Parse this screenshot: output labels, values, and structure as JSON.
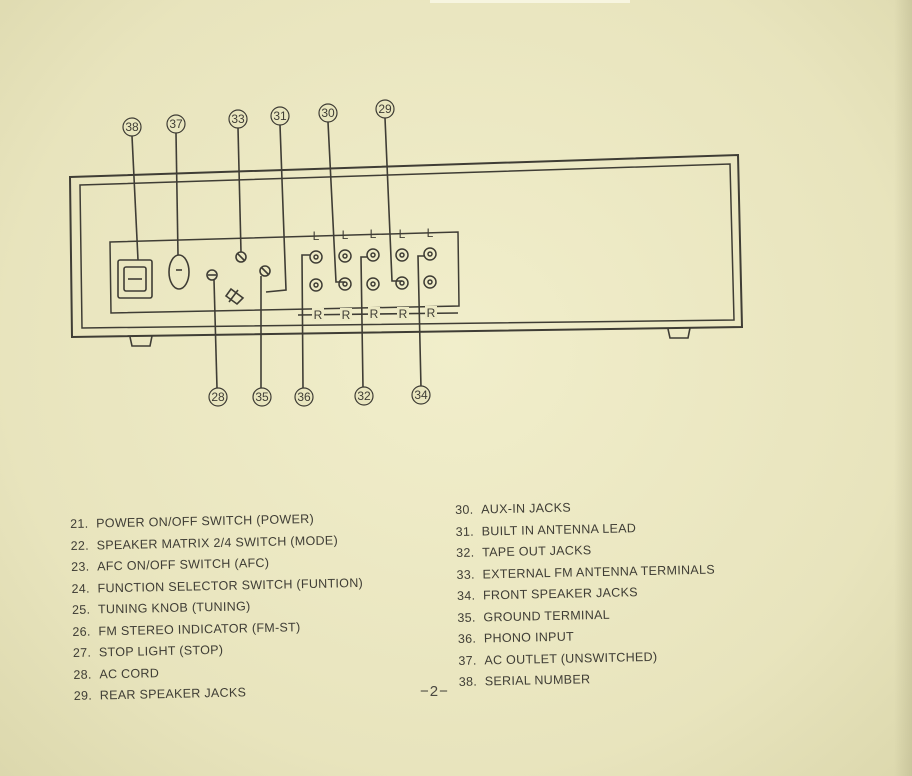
{
  "diagram": {
    "callouts_top": [
      "38",
      "37",
      "33",
      "31",
      "30",
      "29"
    ],
    "callouts_bottom": [
      "28",
      "35",
      "36",
      "32",
      "34"
    ],
    "jack_top_label": "L",
    "jack_bottom_label": "R"
  },
  "legend": {
    "left": [
      {
        "num": "21.",
        "text": "POWER ON/OFF SWITCH (POWER)"
      },
      {
        "num": "22.",
        "text": "SPEAKER MATRIX 2/4 SWITCH (MODE)"
      },
      {
        "num": "23.",
        "text": "AFC ON/OFF SWITCH (AFC)"
      },
      {
        "num": "24.",
        "text": "FUNCTION SELECTOR SWITCH (FUNTION)"
      },
      {
        "num": "25.",
        "text": "TUNING KNOB (TUNING)"
      },
      {
        "num": "26.",
        "text": "FM STEREO INDICATOR (FM-ST)"
      },
      {
        "num": "27.",
        "text": "STOP LIGHT (STOP)"
      },
      {
        "num": "28.",
        "text": "AC CORD"
      },
      {
        "num": "29.",
        "text": "REAR SPEAKER JACKS"
      }
    ],
    "right": [
      {
        "num": "30.",
        "text": "AUX-IN JACKS"
      },
      {
        "num": "31.",
        "text": "BUILT IN ANTENNA LEAD"
      },
      {
        "num": "32.",
        "text": "TAPE OUT JACKS"
      },
      {
        "num": "33.",
        "text": "EXTERNAL FM ANTENNA TERMINALS"
      },
      {
        "num": "34.",
        "text": "FRONT SPEAKER JACKS"
      },
      {
        "num": "35.",
        "text": "GROUND TERMINAL"
      },
      {
        "num": "36.",
        "text": "PHONO INPUT"
      },
      {
        "num": "37.",
        "text": "AC OUTLET (UNSWITCHED)"
      },
      {
        "num": "38.",
        "text": "SERIAL NUMBER"
      }
    ]
  },
  "page_number": "−2−"
}
